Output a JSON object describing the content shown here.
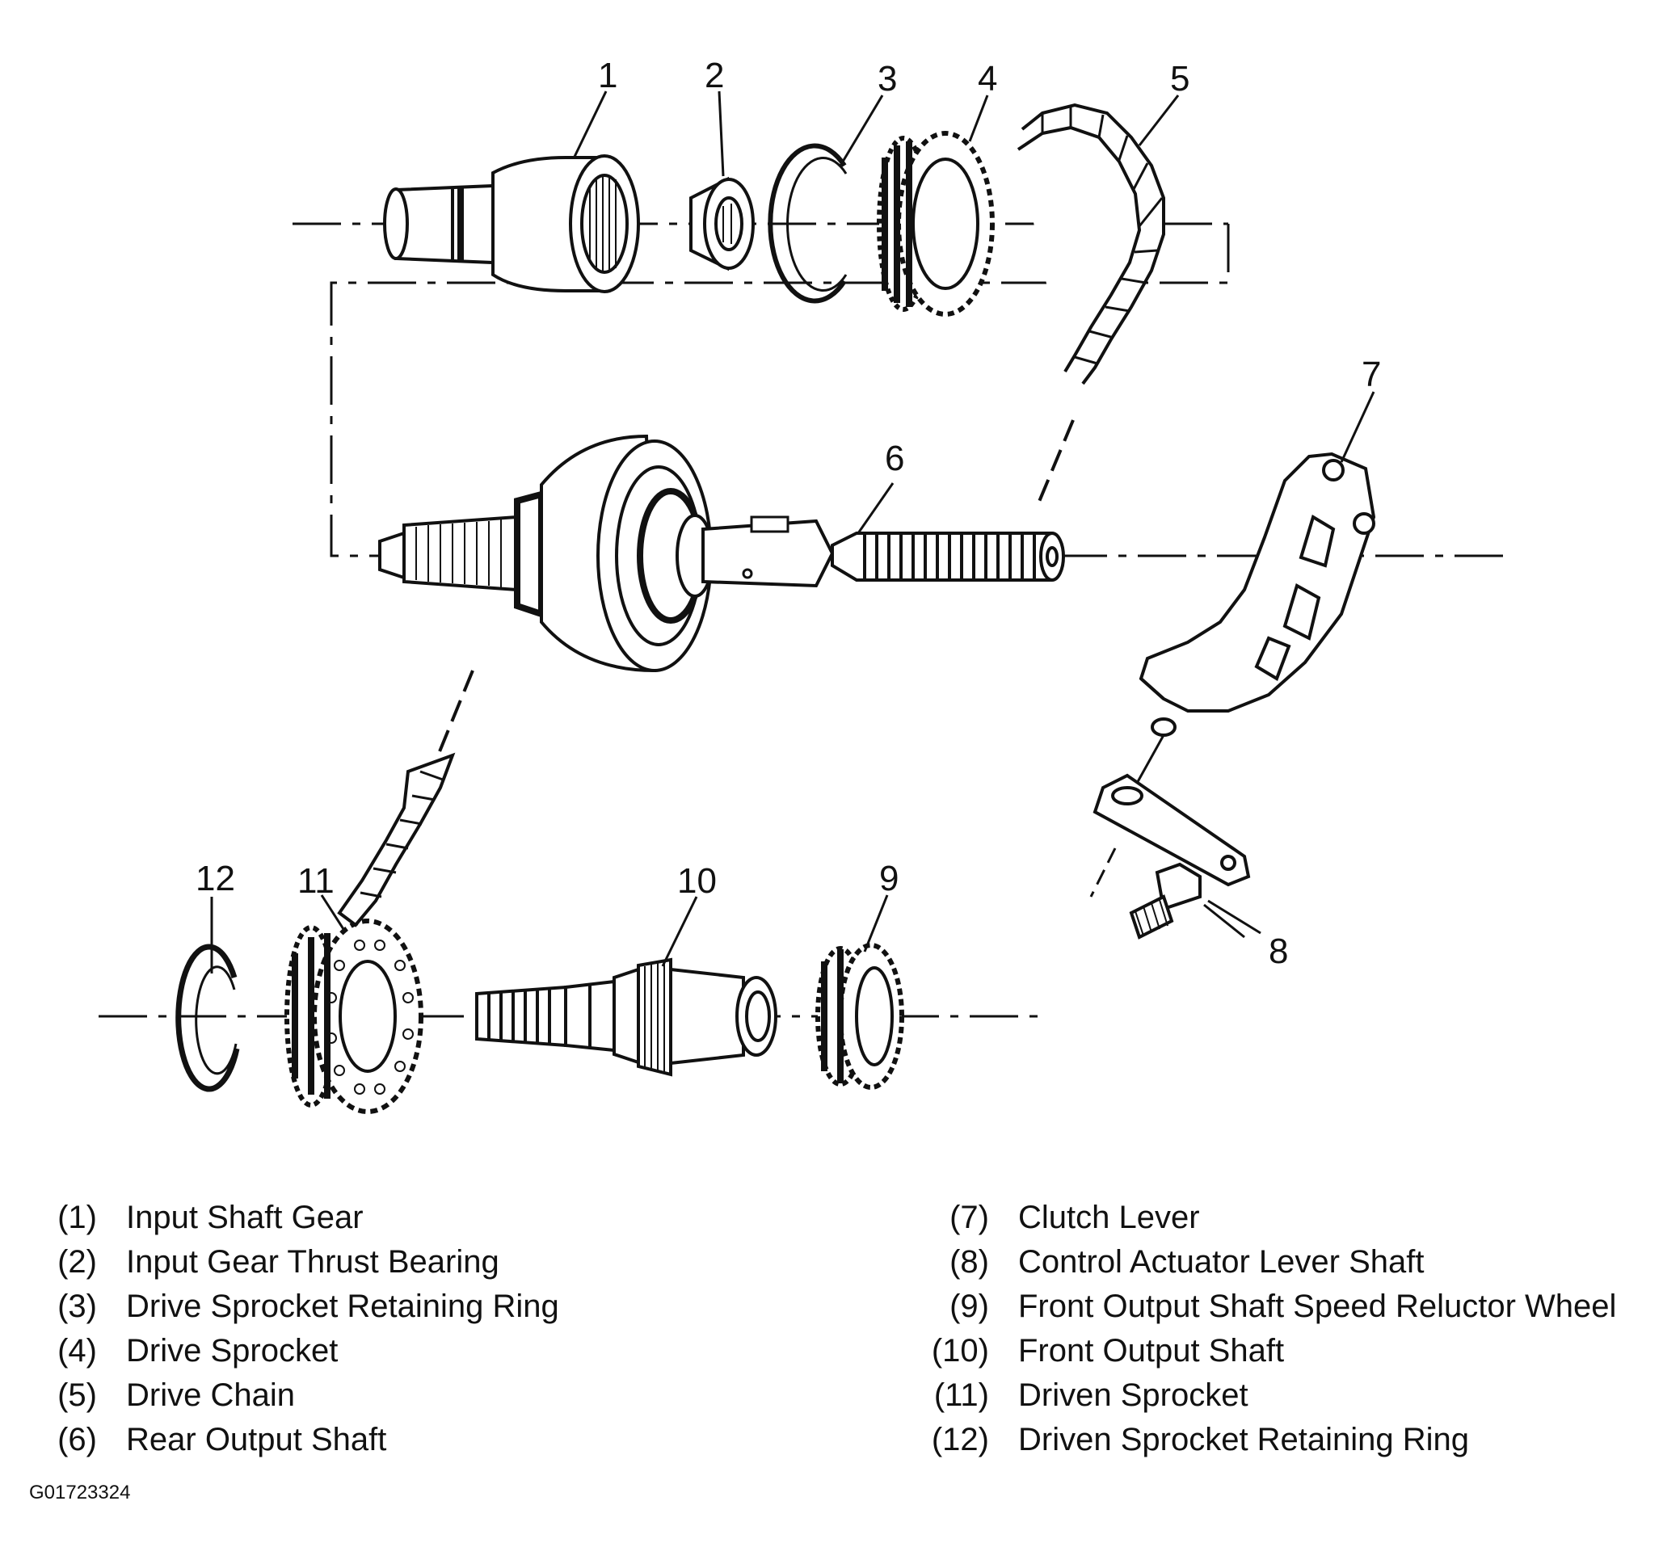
{
  "parts": [
    {
      "num": "1",
      "label": "(1)",
      "name": "Input Shaft Gear"
    },
    {
      "num": "2",
      "label": "(2)",
      "name": "Input Gear Thrust Bearing"
    },
    {
      "num": "3",
      "label": "(3)",
      "name": "Drive Sprocket Retaining Ring"
    },
    {
      "num": "4",
      "label": "(4)",
      "name": "Drive Sprocket"
    },
    {
      "num": "5",
      "label": "(5)",
      "name": "Drive Chain"
    },
    {
      "num": "6",
      "label": "(6)",
      "name": "Rear Output Shaft"
    },
    {
      "num": "7",
      "label": "(7)",
      "name": "Clutch Lever"
    },
    {
      "num": "8",
      "label": "(8)",
      "name": "Control Actuator Lever Shaft"
    },
    {
      "num": "9",
      "label": "(9)",
      "name": "Front Output Shaft Speed Reluctor Wheel"
    },
    {
      "num": "10",
      "label": "(10)",
      "name": "Front Output Shaft"
    },
    {
      "num": "11",
      "label": "(11)",
      "name": "Driven Sprocket"
    },
    {
      "num": "12",
      "label": "(12)",
      "name": "Driven Sprocket Retaining Ring"
    }
  ],
  "figure_id": "G01723324"
}
